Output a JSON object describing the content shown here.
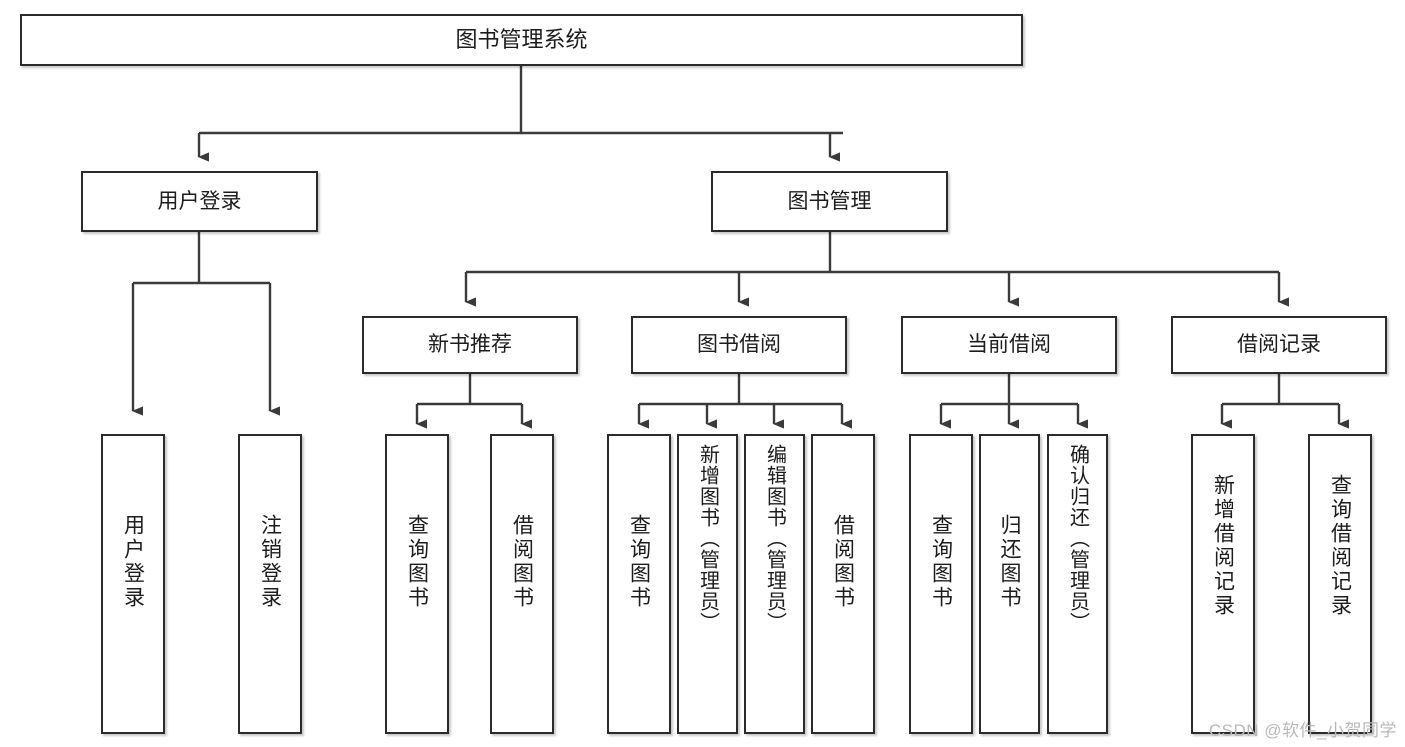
{
  "diagram": {
    "title": "图书管理系统",
    "watermark": "CSDN @软件_小贺同学",
    "colors": {
      "box_border": "#2b2b2b",
      "box_fill": "#ffffff",
      "edge": "#3a3a3a",
      "text": "#1c1c1c",
      "watermark": "#b9b9b9"
    },
    "nodes": {
      "root": {
        "label": "图书管理系统"
      },
      "level2": [
        {
          "id": "user-login",
          "label": "用户登录"
        },
        {
          "id": "book-management",
          "label": "图书管理"
        }
      ],
      "level3": [
        {
          "id": "new-book-recommend",
          "label": "新书推荐"
        },
        {
          "id": "book-borrow",
          "label": "图书借阅"
        },
        {
          "id": "current-borrow",
          "label": "当前借阅"
        },
        {
          "id": "borrow-record",
          "label": "借阅记录"
        }
      ],
      "leaves": {
        "user-login": [
          {
            "id": "leaf-user-login",
            "label": "用户登录"
          },
          {
            "id": "leaf-logout-login",
            "label": "注销登录"
          }
        ],
        "new-book-recommend": [
          {
            "id": "leaf-query-book-1",
            "label": "查询图书"
          },
          {
            "id": "leaf-borrow-book-1",
            "label": "借阅图书"
          }
        ],
        "book-borrow": [
          {
            "id": "leaf-query-book-2",
            "label": "查询图书"
          },
          {
            "id": "leaf-add-book",
            "label": "新增图书（管理员）"
          },
          {
            "id": "leaf-edit-book",
            "label": "编辑图书（管理员）"
          },
          {
            "id": "leaf-borrow-book-2",
            "label": "借阅图书"
          }
        ],
        "current-borrow": [
          {
            "id": "leaf-query-book-3",
            "label": "查询图书"
          },
          {
            "id": "leaf-return-book",
            "label": "归还图书"
          },
          {
            "id": "leaf-confirm-return",
            "label": "确认归还（管理员）"
          }
        ],
        "borrow-record": [
          {
            "id": "leaf-add-borrow-record",
            "label": "新增借阅记录"
          },
          {
            "id": "leaf-query-borrow-record",
            "label": "查询借阅记录"
          }
        ]
      }
    }
  }
}
